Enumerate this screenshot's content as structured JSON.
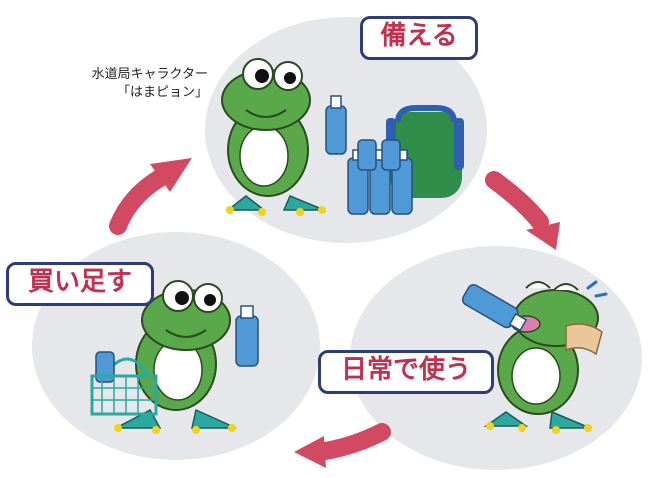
{
  "caption": {
    "line1": "水道局キャラクター",
    "line2": "「はまピョン」"
  },
  "steps": {
    "prepare": "備える",
    "daily_use": "日常で使う",
    "replenish": "買い足す"
  },
  "colors": {
    "circle": "#e6e7eb",
    "arrow": "#d14a62",
    "label_border": "#2d3d7a",
    "label_text": "#c0304f",
    "frog_green": "#59a84a",
    "frog_belly": "#ffffff",
    "bottle": "#4f9ad6",
    "foot": "#f1d21e"
  },
  "icons": [
    "frog-mascot-icon",
    "water-bottle-icon",
    "backpack-icon",
    "shopping-basket-icon",
    "towel-icon"
  ]
}
